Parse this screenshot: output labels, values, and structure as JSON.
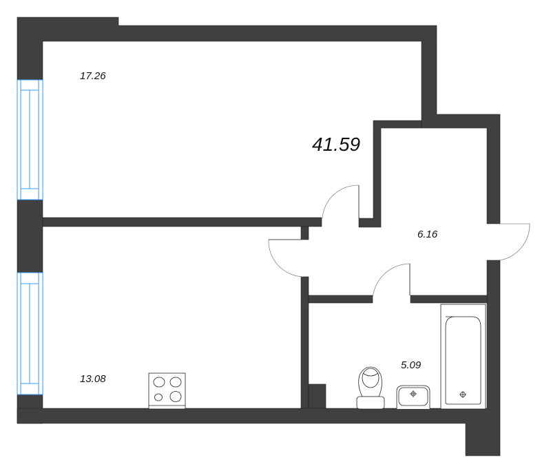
{
  "plan": {
    "total_area": "41.59",
    "wall_color": "#404040",
    "window_color": "#3399ff",
    "rooms": [
      {
        "id": "bedroom",
        "area": "17.26"
      },
      {
        "id": "kitchen",
        "area": "13.08"
      },
      {
        "id": "hallway",
        "area": "6.16"
      },
      {
        "id": "bathroom",
        "area": "5.09"
      }
    ],
    "fixtures": [
      "stove",
      "toilet",
      "sink",
      "bathtub"
    ]
  }
}
